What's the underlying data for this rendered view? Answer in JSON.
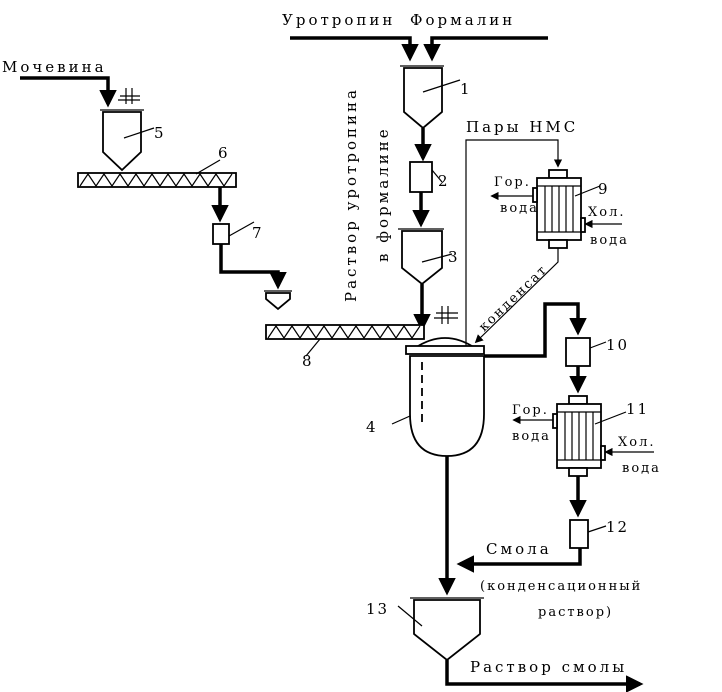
{
  "labels": {
    "urotropin": "Уротропин",
    "formalin": "Формалин",
    "urea": "Мочевина",
    "hms_vapors": "Пары НМС",
    "solution_line1": "Раствор уротропина",
    "solution_line2": "в формалине",
    "condensate": "конденсат",
    "hot_water": "Гор.",
    "water": "вода",
    "cold_water": "Хол.",
    "resin": "Смола",
    "condensation_line1": "(конденсационный",
    "condensation_line2": "раствор)",
    "resin_solution": "Раствор смолы"
  },
  "numbers": {
    "n1": "1",
    "n2": "2",
    "n3": "3",
    "n4": "4",
    "n5": "5",
    "n6": "6",
    "n7": "7",
    "n8": "8",
    "n9": "9",
    "n10": "10",
    "n11": "11",
    "n12": "12",
    "n13": "13"
  }
}
